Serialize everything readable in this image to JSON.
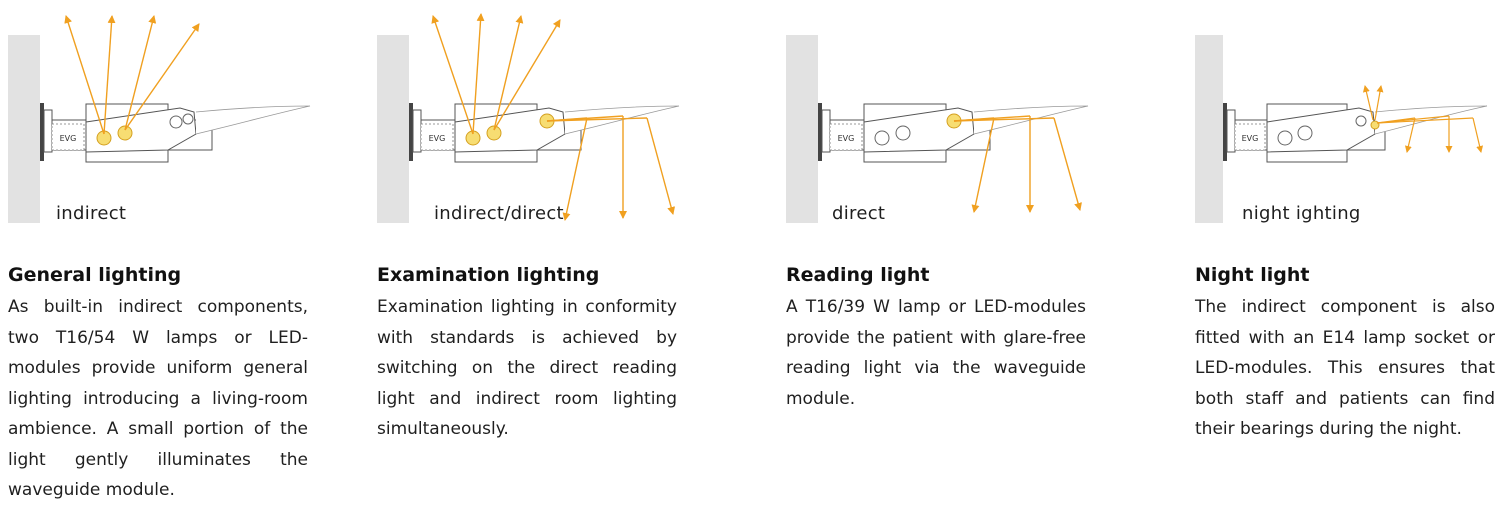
{
  "colors": {
    "wall": "#e2e2e2",
    "ray": "#f0a020",
    "lamp": "#f7dd72",
    "outline": "#555555"
  },
  "panels": [
    {
      "mode_label": "indirect",
      "badge": "EVG",
      "title": "General lighting",
      "description": "As built-in indirect components, two T16/54 W lamps or LED-modules provide uniform general lighting introducing a living-room ambience. A small portion of the light gently illuminates the waveguide module."
    },
    {
      "mode_label": "indirect/direct",
      "badge": "EVG",
      "title": "Examination lighting",
      "description": "Examination lighting in conformity with standards is achieved by switching on the direct reading light and indirect room lighting simultaneously."
    },
    {
      "mode_label": "direct",
      "badge": "EVG",
      "title": "Reading light",
      "description": "A T16/39 W lamp or LED-modules provide the patient with glare-free reading light via the waveguide module."
    },
    {
      "mode_label": "night ighting",
      "badge": "EVG",
      "title": "Night light",
      "description": "The indirect component is also fitted with an E14 lamp socket or LED-modules. This ensures that both staff and patients can find their bearings during the night."
    }
  ]
}
